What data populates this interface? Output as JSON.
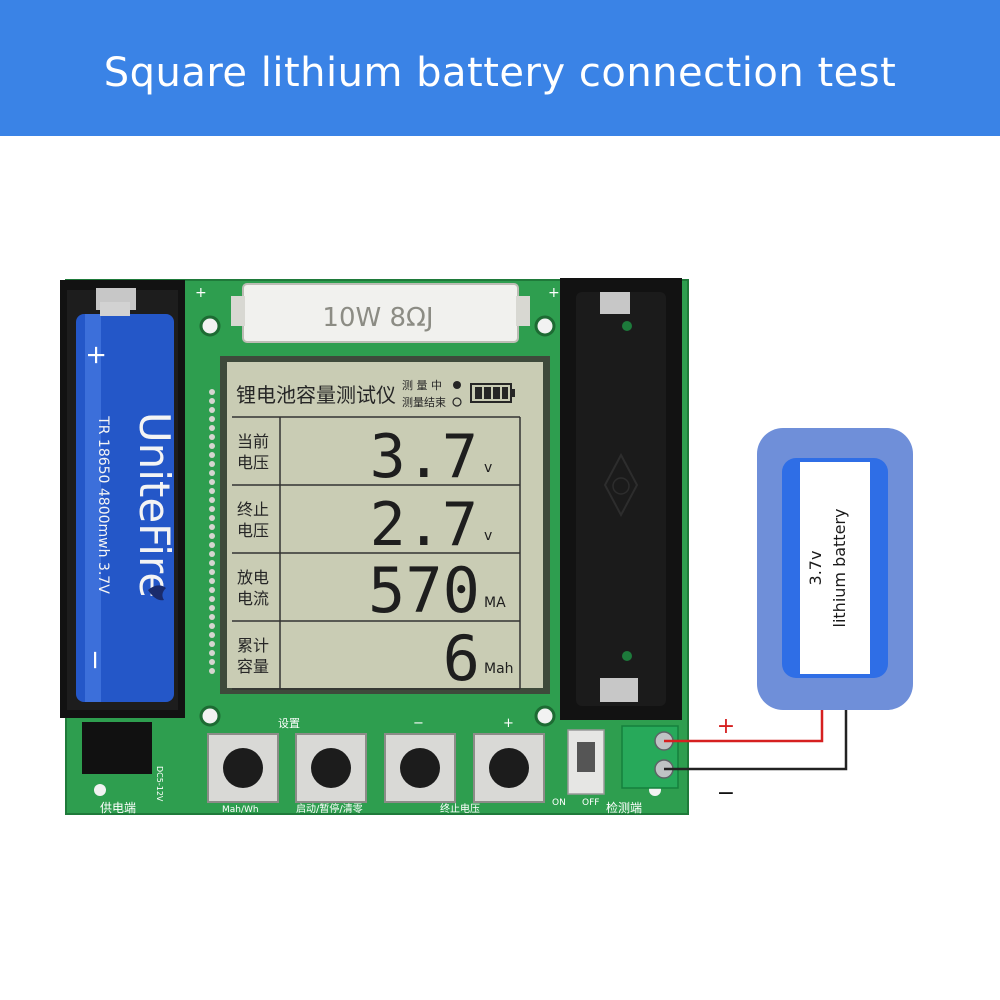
{
  "banner": {
    "title": "Square lithium battery connection test"
  },
  "resistor": {
    "label": "10W 8ΩJ"
  },
  "battery_cell": {
    "brand": "UniteFire",
    "spec": "TR 18650 4800mwh 3.7V",
    "plus": "+",
    "minus": "−"
  },
  "lcd": {
    "title": "锂电池容量测试仪",
    "status_measuring": "测 量 中",
    "status_done": "测量结束",
    "rows": [
      {
        "label_top": "当前",
        "label_bottom": "电压",
        "value": "3.7",
        "unit": "v"
      },
      {
        "label_top": "终止",
        "label_bottom": "电压",
        "value": "2.7",
        "unit": "v"
      },
      {
        "label_top": "放电",
        "label_bottom": "电流",
        "value": "570",
        "unit": "MA"
      },
      {
        "label_top": "累计",
        "label_bottom": "容量",
        "value": "6",
        "unit": "Mah"
      }
    ]
  },
  "board": {
    "plus_tl": "+",
    "plus_tr": "+",
    "button_top_set": "设置",
    "button_top_minus": "−",
    "button_top_plus": "+",
    "label_mah_wh": "Mah/Wh",
    "label_start": "启动/暂停/清零",
    "label_cutoff": "终止电压",
    "label_power": "供电端",
    "label_dc": "DC5-12V",
    "label_on": "ON",
    "label_off": "OFF",
    "label_detect": "检测端"
  },
  "square_battery": {
    "voltage": "3.7v",
    "type": "lithium battery"
  },
  "wires": {
    "plus": "+",
    "minus": "−"
  },
  "colors": {
    "banner": "#3a83e6",
    "pcb": "#2e9e4f",
    "lcd": "#c9ccb4",
    "cell_blue": "#2457c8",
    "square_outer": "#6f8fd9",
    "square_inner": "#2f6ee6",
    "wire_red": "#d62020"
  }
}
